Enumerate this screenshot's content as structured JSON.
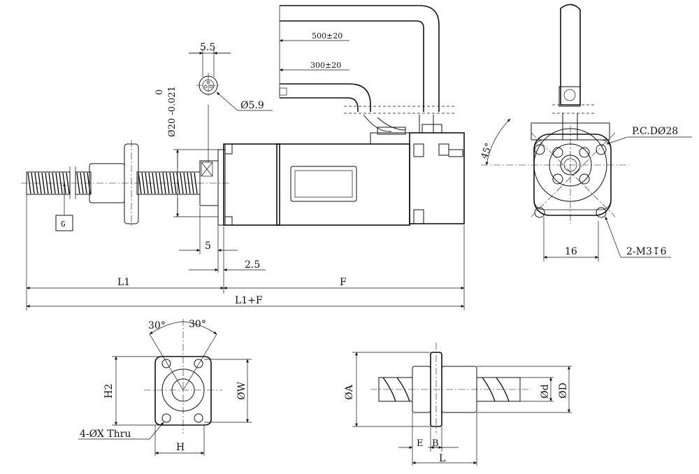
{
  "labels": {
    "cable_long": "500±20",
    "cable_short": "300±20",
    "dim_5_5": "5.5",
    "shaft_tol_upper": "0",
    "shaft_dia": "Ø20 -0.021",
    "connector_dia": "Ø5.9",
    "dim_5": "5",
    "dim_2_5": "2.5",
    "L1": "L1",
    "F": "F",
    "L1_plus_F": "L1+F",
    "G": "G",
    "angle_45": "45°",
    "pcd": "P.C.DØ28",
    "dim_16": "16",
    "tap": "2-M3↧6",
    "angle_30_left": "30°",
    "angle_30_right": "30°",
    "H2": "H2",
    "W": "ØW",
    "holes": "4-ØX Thru",
    "H": "H",
    "A": "ØA",
    "d": "Ød",
    "D": "ØD",
    "E": "E",
    "B": "B",
    "L": "L"
  }
}
